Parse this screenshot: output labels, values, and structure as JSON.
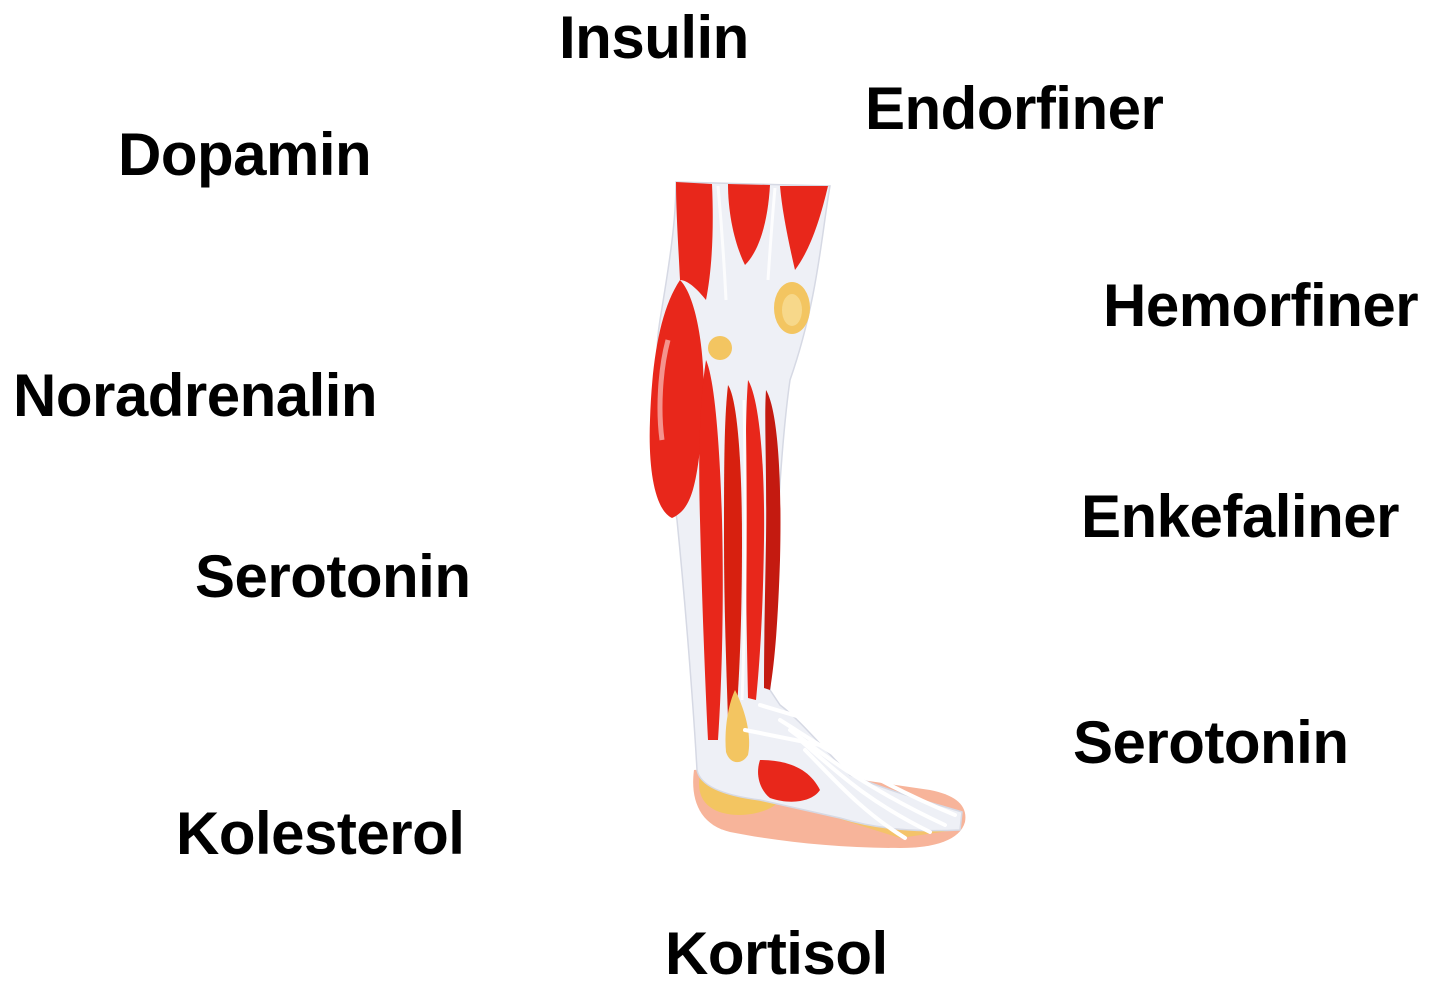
{
  "labels": {
    "insulin": "Insulin",
    "endorfiner": "Endorfiner",
    "dopamin": "Dopamin",
    "hemorfiner": "Hemorfiner",
    "noradrenalin": "Noradrenalin",
    "enkefaliner": "Enkefaliner",
    "serotonin_left": "Serotonin",
    "serotonin_right": "Serotonin",
    "kolesterol": "Kolesterol",
    "kortisol": "Kortisol"
  },
  "illustration": {
    "icon": "leg-muscles-icon",
    "colors": {
      "muscle": "#e8271b",
      "muscle_dark": "#c41a10",
      "tendon": "#eef0f6",
      "bone": "#f3c561",
      "skin": "#f7b49a"
    }
  }
}
